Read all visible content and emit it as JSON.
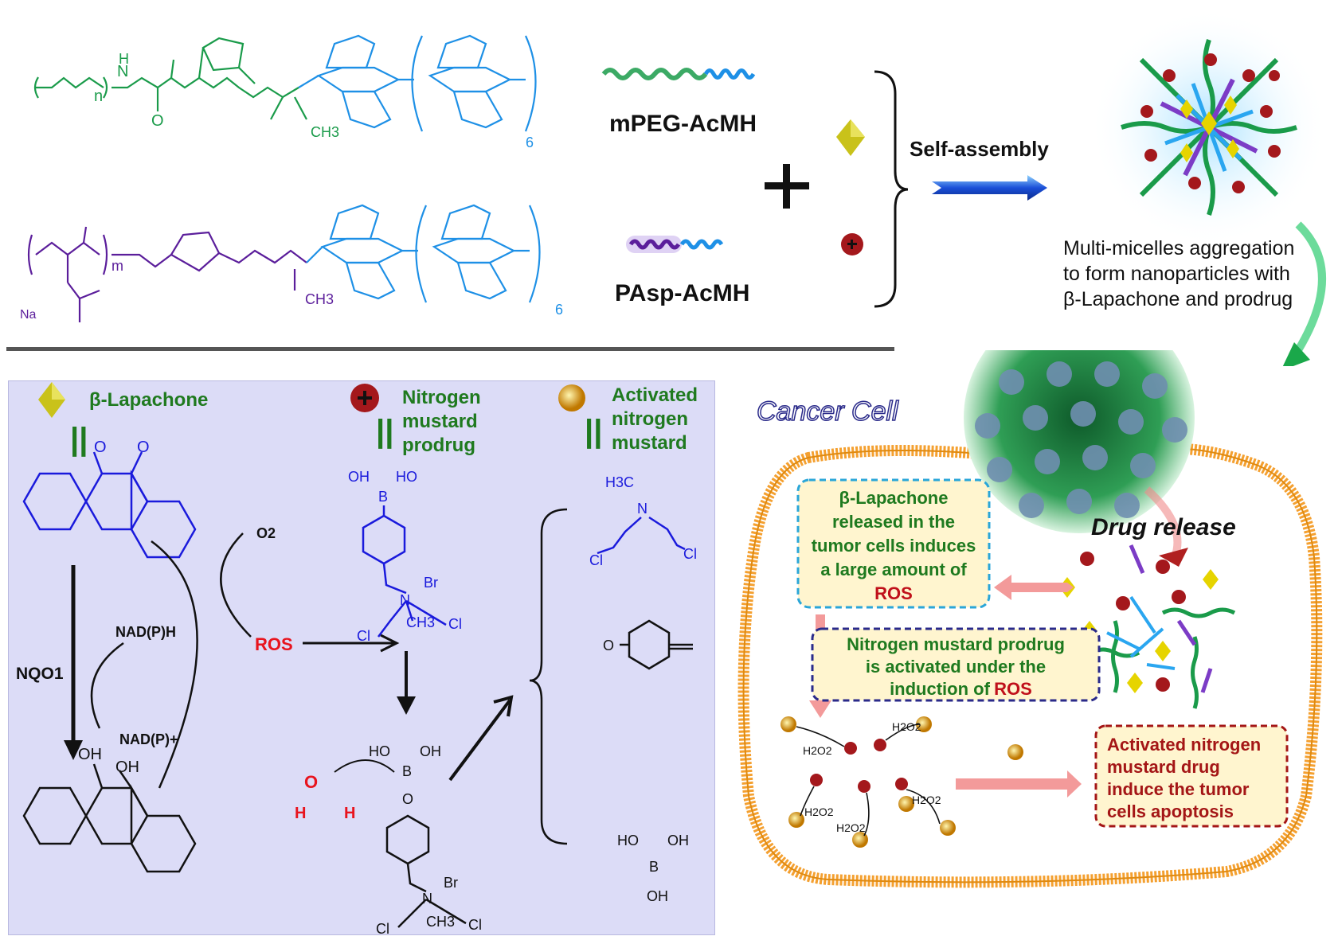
{
  "top": {
    "polymer1_label": "mPEG-AcMH",
    "polymer2_label": "PAsp-AcMH",
    "plus": "+",
    "self_assembly": "Self-assembly",
    "aggregation_line1": "Multi-micelles aggregation",
    "aggregation_line2": "to form nanoparticles with",
    "aggregation_line3": "β-Lapachone and  prodrug",
    "chem1": {
      "n": "n",
      "six": "6",
      "NH": "N",
      "H": "H",
      "CH3": "CH3",
      "O": "O"
    },
    "chem2": {
      "m": "m",
      "six": "6",
      "Na": "Na",
      "CH3": "CH3"
    }
  },
  "legend": {
    "lapachone": "β-Lapachone",
    "prodrug_line1": "Nitrogen",
    "prodrug_line2": "mustard",
    "prodrug_line3": "prodrug",
    "activated_line1": "Activated",
    "activated_line2": "nitrogen",
    "activated_line3": "mustard",
    "equals": "||"
  },
  "mechanism": {
    "o2": "O2",
    "nadph": "NAD(P)H",
    "nqo1": "NQO1",
    "nadp": "NAD(P)+",
    "ros": "ROS",
    "oh": "OH",
    "ho": "HO",
    "br": "Br",
    "cl": "Cl",
    "ch3": "CH3",
    "h3c": "H3C",
    "h2o_o": "O",
    "h2o_h": "H",
    "b": "B",
    "n": "N"
  },
  "cell": {
    "title": "Cancer Cell",
    "drug_release": "Drug release",
    "box1_line1": "β-Lapachone",
    "box1_line2": "released in the",
    "box1_line3": "tumor cells induces",
    "box1_line4": "a large amount of",
    "box1_ros": "ROS",
    "box2_line1": "Nitrogen mustard prodrug",
    "box2_line2": "is activated under the",
    "box2_line3": "induction of ",
    "box2_ros": "ROS",
    "box3_line1": "Activated nitrogen",
    "box3_line2": "mustard drug",
    "box3_line3": "induce the tumor",
    "box3_line4": "cells apoptosis",
    "h2o2": "H2O2"
  },
  "colors": {
    "peg_green": "#1a9b4a",
    "acmh_blue": "#1e90e6",
    "pasp_purple": "#5b1e9b",
    "text_green": "#1f7a1f",
    "ros_red": "#e8141e",
    "membrane": "#f4a030",
    "panel": "#dcdcf7"
  }
}
